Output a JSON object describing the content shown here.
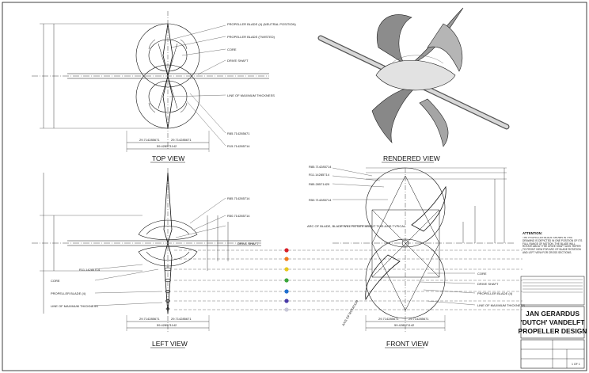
{
  "views": {
    "top": "TOP VIEW",
    "rendered": "RENDERED VIEW",
    "left": "LEFT VIEW",
    "front": "FRONT VIEW"
  },
  "top_callouts": {
    "blade_neutral": "PROPELLER BLADE (4) (NEUTRAL POSITION)",
    "blade_twisted": "PROPELLER BLADE (TWISTED)",
    "core": "CORE",
    "drive_shaft": "DRIVE SHAFT",
    "line_max": "LINE OF MAXIMUM THICKNESS",
    "r1": "R85.714285671",
    "r2": "R15.714285714"
  },
  "left_callouts": {
    "core": "CORE",
    "blade": "PROPELLER BLADE (4)",
    "line_max": "LINE OF MAXIMUM THICKNESS",
    "drive_shaft": "DRIVE SHAFT",
    "r1": "R85.714285714",
    "r2": "R50.714285714",
    "r3": "R11.14285714"
  },
  "front_callouts": {
    "r1": "R85.714285714",
    "r2": "R11.14285714",
    "r3": "R85.28571429",
    "r4": "R50.714285714",
    "arc": "ARC OF BLADE, BLADE WILL ROTATE ABOUT THIS AXIS TYPICAL",
    "core": "CORE",
    "drive_shaft": "DRIVE SHAFT",
    "blade": "PROPELLER BLADE (4)",
    "line_max": "LINE OF MAXIMUM THICKNESS",
    "note": "AXIS OF ROTATION"
  },
  "dimensions": {
    "top_left": "29.714285671",
    "top_right": "29.714285671",
    "top_total": "59.428571142",
    "left_left": "29.714285671",
    "left_right": "29.714285671",
    "left_total": "59.428571142",
    "front_left": "29.714285671",
    "front_right": "29.714285671",
    "front_total": "59.428571142"
  },
  "attention": {
    "title": "ATTENTION:",
    "body": "THE PROPELLER BLADE SHOWN IN THIS DRAWING IS DEPICTED IN ONE POSITION OF ITS FULL RANGE OF MOTION. THE BLADE WILL ROTATE ABOUT THE DRIVE SHAFT AXIS. REFER TO FRONT VIEW FOR ARC OF BLADE ROTATION AND LEFT VIEW FOR CROSS SECTIONS."
  },
  "title_block": {
    "line1": "JAN GERARDUS",
    "line2": "'DUTCH' VANDELFT",
    "line3": "PROPELLER DESIGN",
    "sheet": "1 OF 1"
  },
  "section_dots": {
    "colors": [
      "#d8202a",
      "#f07b1a",
      "#e8c81c",
      "#3aa63a",
      "#1f6fd0",
      "#4a3aa8",
      "#c8c8d8"
    ]
  }
}
